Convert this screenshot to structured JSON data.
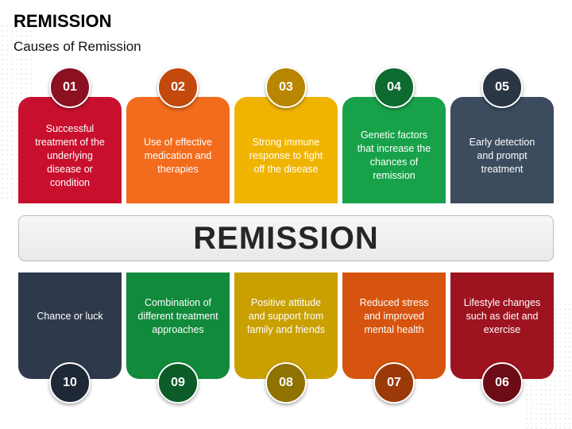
{
  "slide": {
    "title": "REMISSION",
    "subtitle": "Causes of Remission",
    "center_label": "REMISSION"
  },
  "causes_top": [
    {
      "number": "01",
      "text": "Successful treatment of the underlying disease or condition",
      "color": "#c8102e",
      "badge_color": "#8b1020"
    },
    {
      "number": "02",
      "text": "Use of effective medication and therapies",
      "color": "#f36b1c",
      "badge_color": "#c34a0c"
    },
    {
      "number": "03",
      "text": "Strong immune response to fight off the disease",
      "color": "#f0b400",
      "badge_color": "#b88600"
    },
    {
      "number": "04",
      "text": "Genetic factors that increase the chances of remission",
      "color": "#17a24a",
      "badge_color": "#0e6b30"
    },
    {
      "number": "05",
      "text": "Early detection and prompt treatment",
      "color": "#3c4b5e",
      "badge_color": "#2b3645"
    }
  ],
  "causes_bottom": [
    {
      "number": "10",
      "text": "Chance or luck",
      "color": "#2e3a4c",
      "badge_color": "#1f2836"
    },
    {
      "number": "09",
      "text": "Combination of different treatment approaches",
      "color": "#128a3c",
      "badge_color": "#0c5c28"
    },
    {
      "number": "08",
      "text": "Positive attitude and support from family and friends",
      "color": "#c9a000",
      "badge_color": "#8f7200"
    },
    {
      "number": "07",
      "text": "Reduced stress and improved mental health",
      "color": "#d6540f",
      "badge_color": "#9b3a08"
    },
    {
      "number": "06",
      "text": "Lifestyle changes such as diet and exercise",
      "color": "#9e1320",
      "badge_color": "#6d0c16"
    }
  ]
}
